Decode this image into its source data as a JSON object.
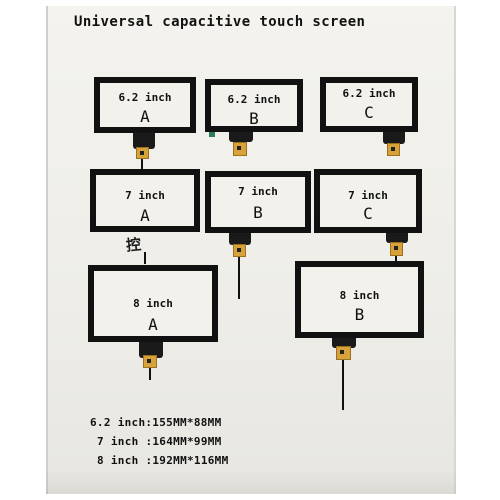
{
  "title": "Universal capacitive touch screen",
  "stamp": "控",
  "panels": [
    {
      "size": "6.2 inch",
      "letter": "A"
    },
    {
      "size": "6.2 inch",
      "letter": "B"
    },
    {
      "size": "6.2 inch",
      "letter": "C"
    },
    {
      "size": "7 inch",
      "letter": "A"
    },
    {
      "size": "7 inch",
      "letter": "B"
    },
    {
      "size": "7 inch",
      "letter": "C"
    },
    {
      "size": "8 inch",
      "letter": "A"
    },
    {
      "size": "8 inch",
      "letter": "B"
    }
  ],
  "specs": [
    "6.2 inch:155MM*88MM",
    "7 inch :164MM*99MM",
    "8 inch :192MM*116MM"
  ]
}
